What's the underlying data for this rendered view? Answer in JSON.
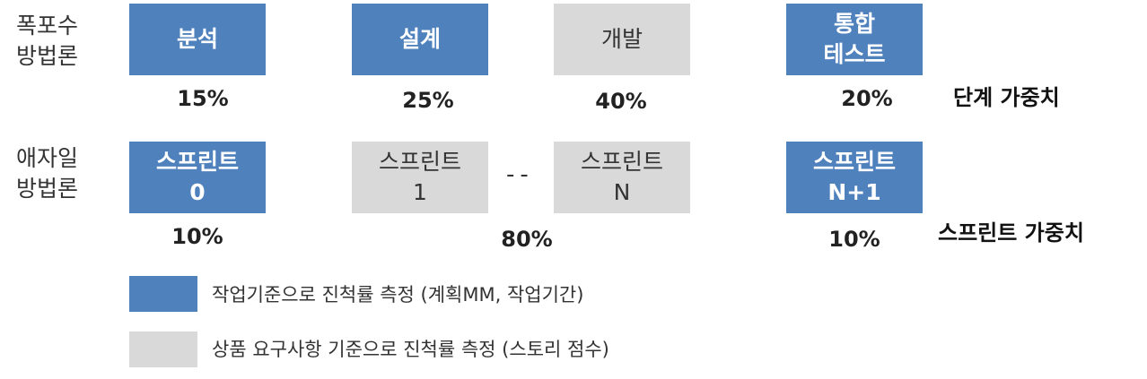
{
  "waterfall": {
    "label": "폭포수\n방법론",
    "boxes": [
      {
        "lines": [
          "분석"
        ],
        "pct": "15%"
      },
      {
        "lines": [
          "설계"
        ],
        "pct": "25%"
      },
      {
        "lines": [
          "개발"
        ],
        "pct": "40%"
      },
      {
        "lines": [
          "통합",
          "테스트"
        ],
        "pct": "20%"
      }
    ],
    "weight_label": "단계 가중치"
  },
  "agile": {
    "label": "애자일\n방법론",
    "boxes": [
      {
        "lines": [
          "스프린트",
          "0"
        ],
        "pct": "10%"
      },
      {
        "lines": [
          "스프린트",
          "1"
        ]
      },
      {
        "lines": [
          "스프린트",
          "N"
        ]
      },
      {
        "lines": [
          "스프린트",
          "N+1"
        ],
        "pct": "10%"
      }
    ],
    "ellipsis": "--",
    "middle_pct": "80%",
    "weight_label": "스프린트 가중치"
  },
  "legend": [
    {
      "color": "#4f81bd",
      "text": "작업기준으로 진척률 측정 (계획MM, 작업기간)"
    },
    {
      "color": "#d9d9d9",
      "text": "상품 요구사항 기준으로 진척률 측정 (스토리 점수)"
    }
  ],
  "colors": {
    "blue": "#4f81bd",
    "gray": "#d9d9d9"
  }
}
